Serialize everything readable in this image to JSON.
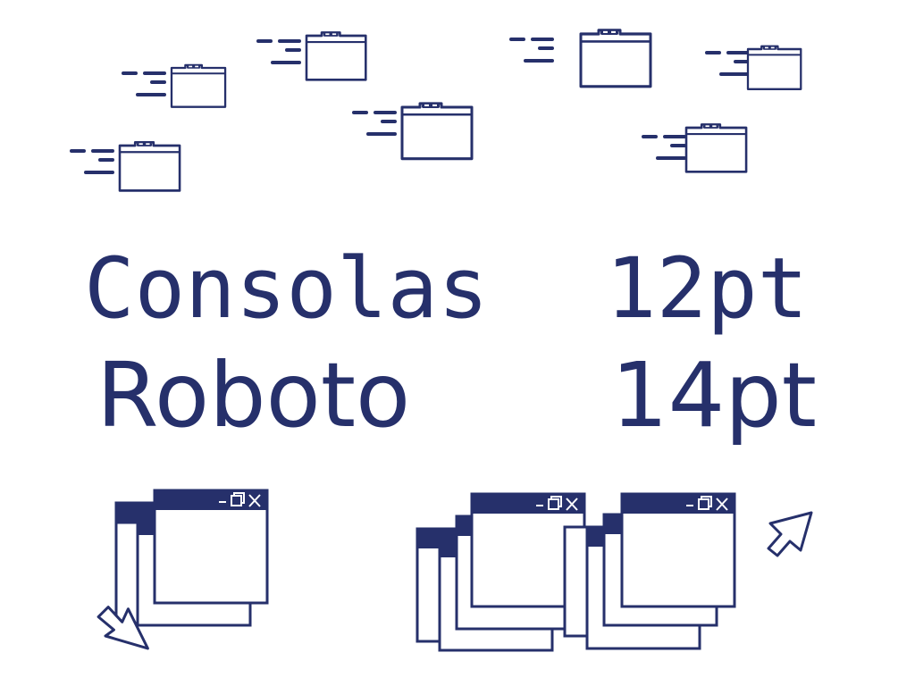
{
  "colors": {
    "ink": "#26306b",
    "background": "#ffffff"
  },
  "text": {
    "font_a_name": "Consolas",
    "font_a_size": "12pt",
    "font_b_name": "Roboto",
    "font_b_size": "14pt"
  },
  "window_controls": {
    "minimize": "–",
    "maximize": "❐",
    "close": "✕"
  },
  "icons": {
    "folder": "folder-icon",
    "cursor": "cursor-icon",
    "window": "window-icon"
  }
}
